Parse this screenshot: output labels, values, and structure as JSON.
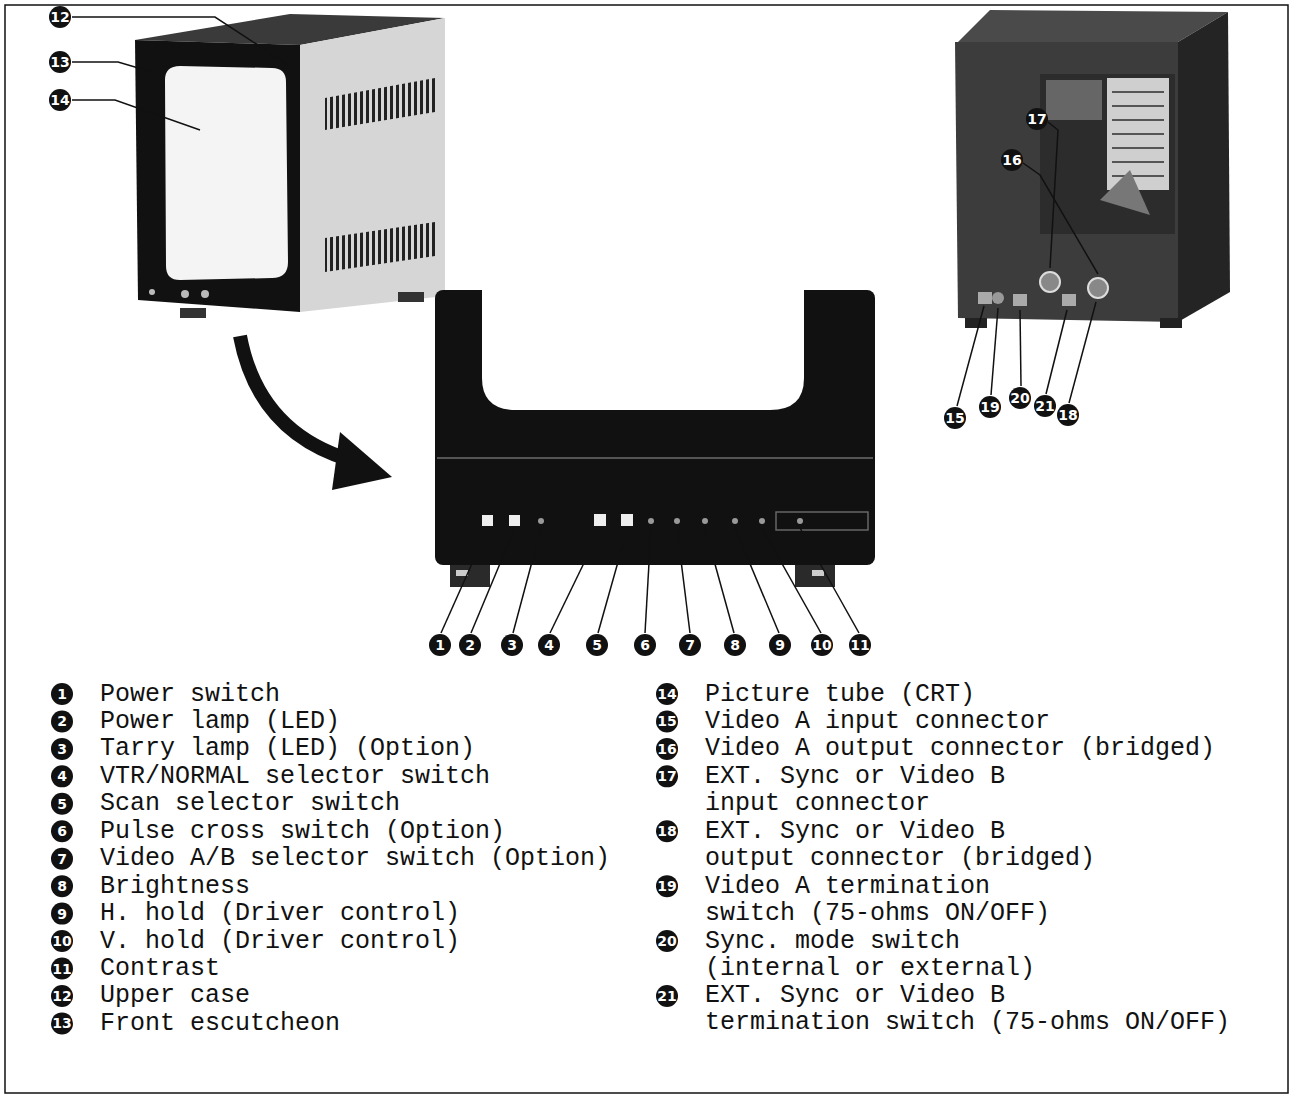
{
  "diagram": {
    "labels": [
      "12",
      "13",
      "14",
      "17",
      "16",
      "15",
      "19",
      "20",
      "21",
      "18",
      "1",
      "2",
      "3",
      "4",
      "5",
      "6",
      "7",
      "8",
      "9",
      "10",
      "11",
      "1",
      "Power switch",
      "2",
      "Power lamp (LED)",
      "3",
      "Tarry lamp (LED) (Option)",
      "4",
      "VTR/NORMAL selector switch",
      "5",
      "Scan selector switch",
      "6",
      "Pulse cross switch (Option)",
      "7",
      "Video A/B selector switch (Option)",
      "8",
      "Brightness",
      "9",
      "H. hold (Driver control)",
      "10",
      "V. hold (Driver control)",
      "11",
      "Contrast",
      "12",
      "Upper case",
      "13",
      "Front escutcheon",
      "14",
      "Picture tube (CRT)",
      "15",
      "Video A input connector",
      "16",
      "Video A output connector (bridged)",
      "17",
      "EXT. Sync or Video B input connector",
      "18",
      "EXT. Sync or Video B output connector (bridged)",
      "19",
      "Video A termination switch (75-ohms ON/OFF)",
      "20",
      "Sync. mode switch (internal or external)",
      "21",
      "EXT. Sync or Video B termination switch (75-ohms ON/OFF)"
    ]
  }
}
